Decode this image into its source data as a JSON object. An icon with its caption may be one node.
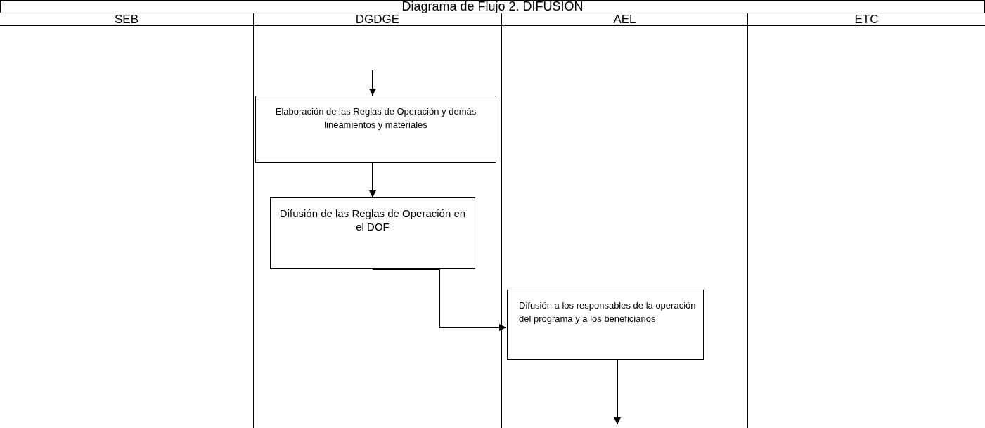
{
  "diagram": {
    "title": "Diagrama de Flujo 2. DIFUSIÓN",
    "nodes": [
      {
        "text": [
          "SEB"
        ]
      },
      {
        "text": [
          "DGDGE"
        ]
      },
      {
        "text": [
          "AEL"
        ]
      },
      {
        "text": [
          "ETC"
        ]
      },
      {
        "text": [
          "Elaboración de las Reglas de Operación y demás lineamientos y materiales"
        ],
        "in": 1
      },
      {
        "text": [
          "Difusión de las Reglas de Operación en el DOF"
        ],
        "in": 1
      },
      {
        "text": [
          "Difusión a los responsables de la operación del programa y a los beneficiarios"
        ],
        "in": 2
      }
    ],
    "edges": [
      {
        "from": null,
        "to": 4,
        "arrow": "to"
      },
      {
        "from": 4,
        "to": 5,
        "arrow": "to"
      },
      {
        "from": 5,
        "to": 6,
        "arrow": "to"
      },
      {
        "from": 6,
        "to": null,
        "arrow": "to"
      }
    ]
  }
}
